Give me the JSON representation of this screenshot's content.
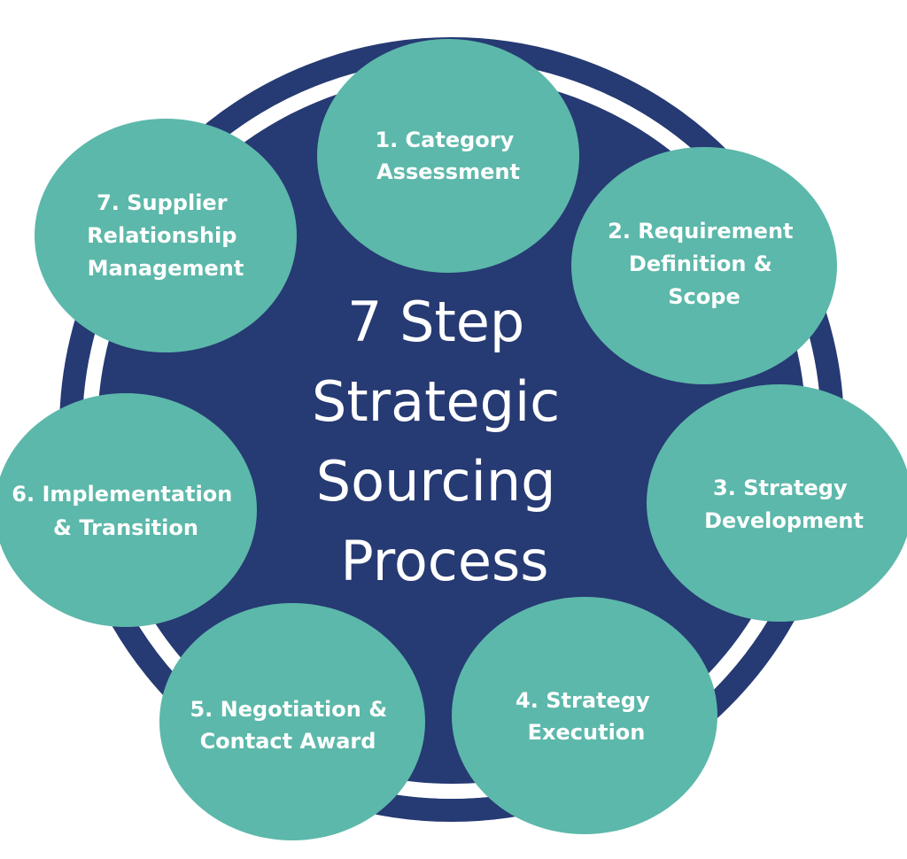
{
  "center": {
    "title_lines": [
      "7 Step",
      "Strategic",
      "Sourcing",
      "Process"
    ]
  },
  "steps": [
    {
      "lines": [
        "1. Category",
        "Assessment"
      ]
    },
    {
      "lines": [
        "2. Requirement",
        "Definition &",
        "Scope"
      ]
    },
    {
      "lines": [
        "3. Strategy",
        "Development"
      ]
    },
    {
      "lines": [
        "4. Strategy",
        "Execution"
      ]
    },
    {
      "lines": [
        "5. Negotiation &",
        "Contact Award"
      ]
    },
    {
      "lines": [
        "6. Implementation",
        "& Transition"
      ]
    },
    {
      "lines": [
        "7. Supplier",
        "Relationship",
        "Management"
      ]
    }
  ],
  "colors": {
    "ring": "#263a73",
    "core": "#263a73",
    "step_fill": "#5cb8aa",
    "text": "#ffffff"
  }
}
